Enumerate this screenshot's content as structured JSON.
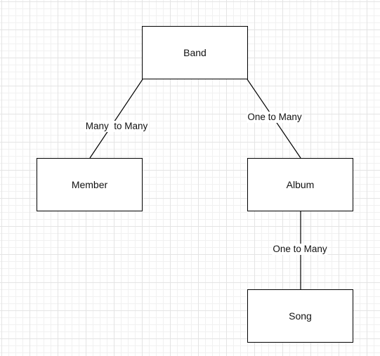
{
  "diagram": {
    "nodes": {
      "band": "Band",
      "member": "Member",
      "album": "Album",
      "song": "Song"
    },
    "edges": [
      {
        "from": "Band",
        "to": "Member",
        "label": "Many  to Many"
      },
      {
        "from": "Band",
        "to": "Album",
        "label": "One to Many"
      },
      {
        "from": "Album",
        "to": "Song",
        "label": "One to Many"
      }
    ]
  }
}
